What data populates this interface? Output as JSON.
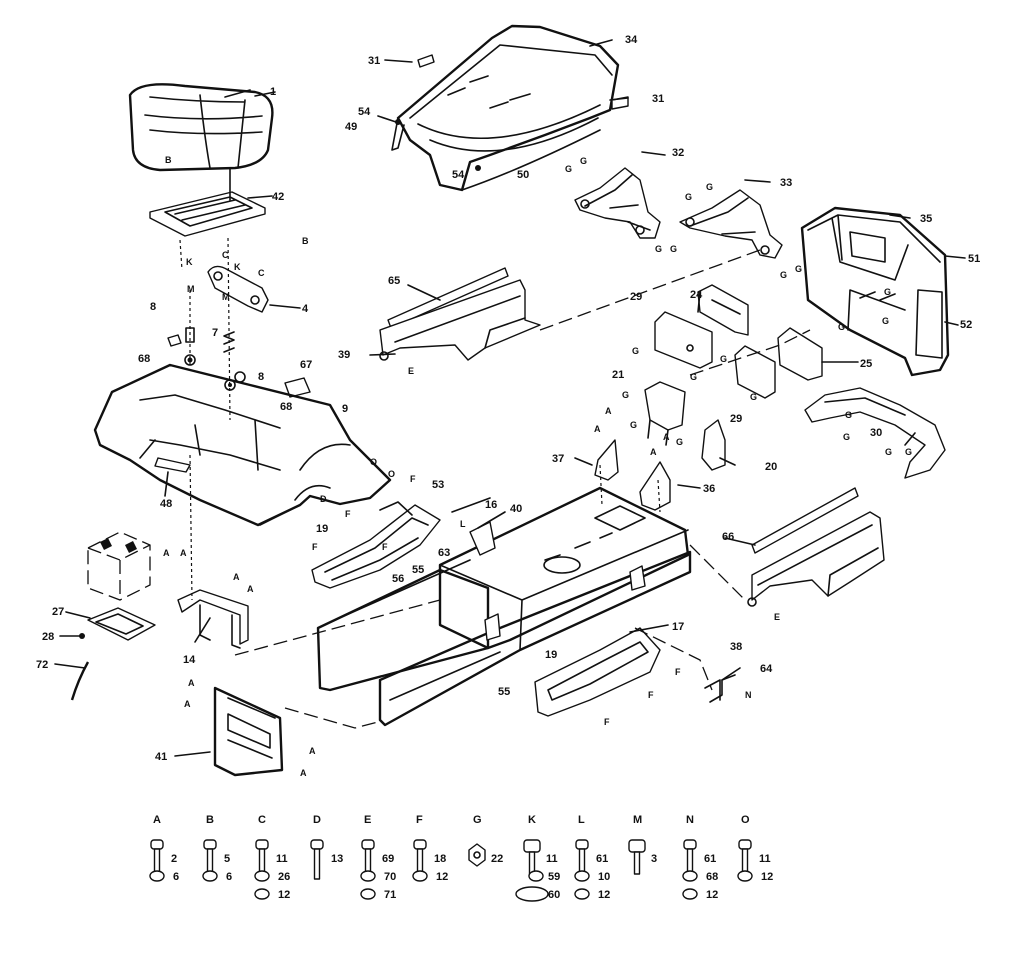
{
  "callouts": {
    "c1": "1",
    "c2": "2",
    "c3": "3",
    "c4": "4",
    "c5": "5",
    "c6": "6",
    "c7": "7",
    "c8a": "8",
    "c8b": "8",
    "c9": "9",
    "c10": "10",
    "c11a": "11",
    "c11b": "11",
    "c11c": "11",
    "c12a": "12",
    "c12b": "12",
    "c12c": "12",
    "c12d": "12",
    "c12e": "12",
    "c13": "13",
    "c14": "14",
    "c16": "16",
    "c17": "17",
    "c18": "18",
    "c19a": "19",
    "c19b": "19",
    "c20": "20",
    "c21": "21",
    "c22": "22",
    "c24": "24",
    "c25": "25",
    "c26": "26",
    "c27": "27",
    "c28": "28",
    "c29a": "29",
    "c29b": "29",
    "c30": "30",
    "c31a": "31",
    "c31b": "31",
    "c32": "32",
    "c33": "33",
    "c34": "34",
    "c35": "35",
    "c36": "36",
    "c37": "37",
    "c38": "38",
    "c39": "39",
    "c40": "40",
    "c41": "41",
    "c42": "42",
    "c48": "48",
    "c49": "49",
    "c50": "50",
    "c51": "51",
    "c52": "52",
    "c53": "53",
    "c54a": "54",
    "c54b": "54",
    "c55a": "55",
    "c55b": "55",
    "c56": "56",
    "c59": "59",
    "c60": "60",
    "c61a": "61",
    "c61b": "61",
    "c63": "63",
    "c64": "64",
    "c65": "65",
    "c66": "66",
    "c67": "67",
    "c68a": "68",
    "c68b": "68",
    "c68c": "68",
    "c69": "69",
    "c70": "70",
    "c71": "71",
    "c72": "72"
  },
  "letters": {
    "A": "A",
    "B": "B",
    "C": "C",
    "D": "D",
    "E": "E",
    "F": "F",
    "G": "G",
    "K": "K",
    "L": "L",
    "M": "M",
    "N": "N",
    "O": "O"
  },
  "hardware_key": [
    {
      "letter": "A",
      "parts": [
        "2",
        "6"
      ]
    },
    {
      "letter": "B",
      "parts": [
        "5",
        "6"
      ]
    },
    {
      "letter": "C",
      "parts": [
        "11",
        "26",
        "12"
      ]
    },
    {
      "letter": "D",
      "parts": [
        "13"
      ]
    },
    {
      "letter": "E",
      "parts": [
        "69",
        "70",
        "71"
      ]
    },
    {
      "letter": "F",
      "parts": [
        "18",
        "12"
      ]
    },
    {
      "letter": "G",
      "parts": [
        "22"
      ]
    },
    {
      "letter": "K",
      "parts": [
        "11",
        "59",
        "60"
      ]
    },
    {
      "letter": "L",
      "parts": [
        "61",
        "10",
        "12"
      ]
    },
    {
      "letter": "M",
      "parts": [
        "3"
      ]
    },
    {
      "letter": "N",
      "parts": [
        "61",
        "68",
        "12"
      ]
    },
    {
      "letter": "O",
      "parts": [
        "11",
        "12"
      ]
    }
  ]
}
